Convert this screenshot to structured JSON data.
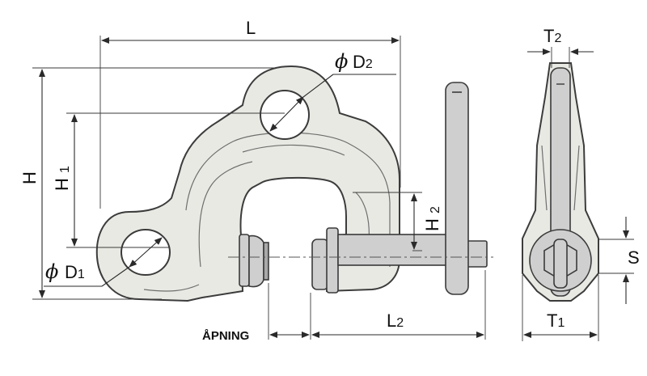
{
  "labels": {
    "L": "L",
    "H": "H",
    "H1": "H1",
    "H2": "H2",
    "D1": "D1",
    "D2": "D2",
    "phi": "ϕ",
    "L2": "L2",
    "T1": "T1",
    "T2": "T2",
    "S": "S",
    "opening": "ÅPNING"
  },
  "colors": {
    "body_fill": "#e9e9e4",
    "metal": "#cfcfcf",
    "outline": "#3a3a3a"
  }
}
